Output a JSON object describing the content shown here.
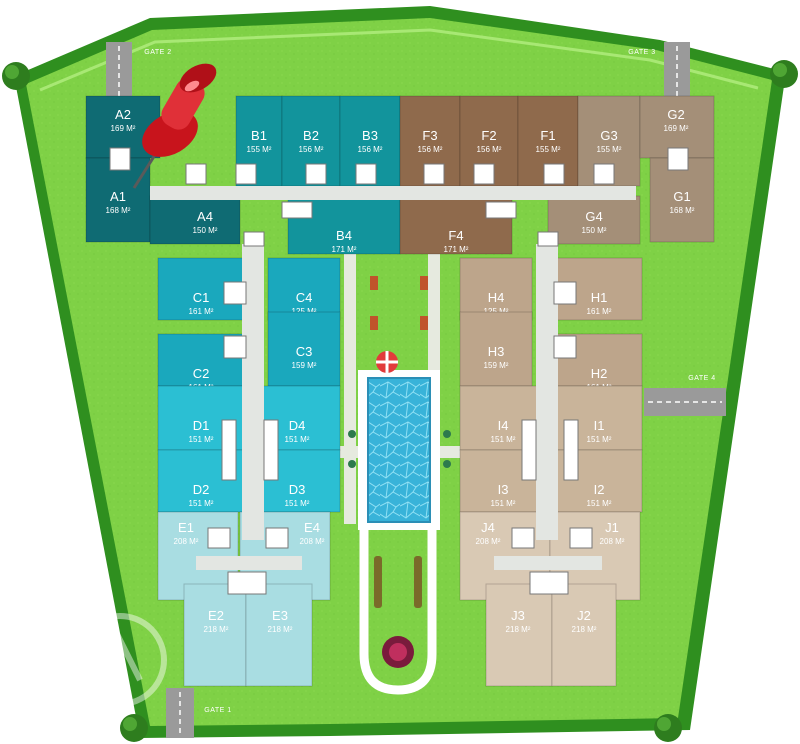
{
  "gates": [
    {
      "id": "gate-2",
      "label": "GATE 2"
    },
    {
      "id": "gate-3",
      "label": "GATE 3"
    },
    {
      "id": "gate-4",
      "label": "GATE 4"
    },
    {
      "id": "gate-1",
      "label": "GATE 1"
    }
  ],
  "units": [
    {
      "id": "A2",
      "name": "A2",
      "area": "169 M²",
      "color": "#0f6b73"
    },
    {
      "id": "A1",
      "name": "A1",
      "area": "168 M²",
      "color": "#0f6b73"
    },
    {
      "id": "A4",
      "name": "A4",
      "area": "150 M²",
      "color": "#0f6b73"
    },
    {
      "id": "B1",
      "name": "B1",
      "area": "155 M²",
      "color": "#12949c"
    },
    {
      "id": "B2",
      "name": "B2",
      "area": "156 M²",
      "color": "#12949c"
    },
    {
      "id": "B3",
      "name": "B3",
      "area": "156 M²",
      "color": "#12949c"
    },
    {
      "id": "B4",
      "name": "B4",
      "area": "171 M²",
      "color": "#12949c"
    },
    {
      "id": "F3",
      "name": "F3",
      "area": "156 M²",
      "color": "#8f6a4c"
    },
    {
      "id": "F2",
      "name": "F2",
      "area": "156 M²",
      "color": "#8f6a4c"
    },
    {
      "id": "F1",
      "name": "F1",
      "area": "155 M²",
      "color": "#8f6a4c"
    },
    {
      "id": "F4",
      "name": "F4",
      "area": "171 M²",
      "color": "#8f6a4c"
    },
    {
      "id": "G3",
      "name": "G3",
      "area": "155 M²",
      "color": "#a48f78"
    },
    {
      "id": "G2",
      "name": "G2",
      "area": "169 M²",
      "color": "#a48f78"
    },
    {
      "id": "G1",
      "name": "G1",
      "area": "168 M²",
      "color": "#a48f78"
    },
    {
      "id": "G4",
      "name": "G4",
      "area": "150 M²",
      "color": "#a48f78"
    },
    {
      "id": "C1",
      "name": "C1",
      "area": "161 M²",
      "color": "#1aa8bd"
    },
    {
      "id": "C4",
      "name": "C4",
      "area": "125 M²",
      "color": "#1aa8bd"
    },
    {
      "id": "C2",
      "name": "C2",
      "area": "161 M²",
      "color": "#1aa8bd"
    },
    {
      "id": "C3",
      "name": "C3",
      "area": "159 M²",
      "color": "#1aa8bd"
    },
    {
      "id": "D1",
      "name": "D1",
      "area": "151 M²",
      "color": "#2bbfd3"
    },
    {
      "id": "D4",
      "name": "D4",
      "area": "151 M²",
      "color": "#2bbfd3"
    },
    {
      "id": "D2",
      "name": "D2",
      "area": "151 M²",
      "color": "#2bbfd3"
    },
    {
      "id": "D3",
      "name": "D3",
      "area": "151 M²",
      "color": "#2bbfd3"
    },
    {
      "id": "E1",
      "name": "E1",
      "area": "208 M²",
      "color": "#a9dde2"
    },
    {
      "id": "E4",
      "name": "E4",
      "area": "208 M²",
      "color": "#a9dde2"
    },
    {
      "id": "E2",
      "name": "E2",
      "area": "218 M²",
      "color": "#a9dde2"
    },
    {
      "id": "E3",
      "name": "E3",
      "area": "218 M²",
      "color": "#a9dde2"
    },
    {
      "id": "H4",
      "name": "H4",
      "area": "125 M²",
      "color": "#bda58b"
    },
    {
      "id": "H1",
      "name": "H1",
      "area": "161 M²",
      "color": "#bda58b"
    },
    {
      "id": "H3",
      "name": "H3",
      "area": "159 M²",
      "color": "#bda58b"
    },
    {
      "id": "H2",
      "name": "H2",
      "area": "161 M²",
      "color": "#bda58b"
    },
    {
      "id": "I4",
      "name": "I4",
      "area": "151 M²",
      "color": "#c9b49a"
    },
    {
      "id": "I1",
      "name": "I1",
      "area": "151 M²",
      "color": "#c9b49a"
    },
    {
      "id": "I3",
      "name": "I3",
      "area": "151 M²",
      "color": "#c9b49a"
    },
    {
      "id": "I2",
      "name": "I2",
      "area": "151 M²",
      "color": "#c9b49a"
    },
    {
      "id": "J4",
      "name": "J4",
      "area": "208 M²",
      "color": "#d9c9b4"
    },
    {
      "id": "J1",
      "name": "J1",
      "area": "208 M²",
      "color": "#d9c9b4"
    },
    {
      "id": "J3",
      "name": "J3",
      "area": "218 M²",
      "color": "#d9c9b4"
    },
    {
      "id": "J2",
      "name": "J2",
      "area": "218 M²",
      "color": "#d9c9b4"
    }
  ],
  "colors": {
    "lawn": "#7fd146",
    "lawn_light": "#9be060",
    "hedge": "#2f8f1f",
    "path": "#e6eadf",
    "pool": "#3ab4d8",
    "pin": "#d8232a"
  },
  "icons": [
    "push-pin-icon",
    "umbrella-icon",
    "flower-bed-icon",
    "shrub-icon",
    "watermark-icon"
  ]
}
